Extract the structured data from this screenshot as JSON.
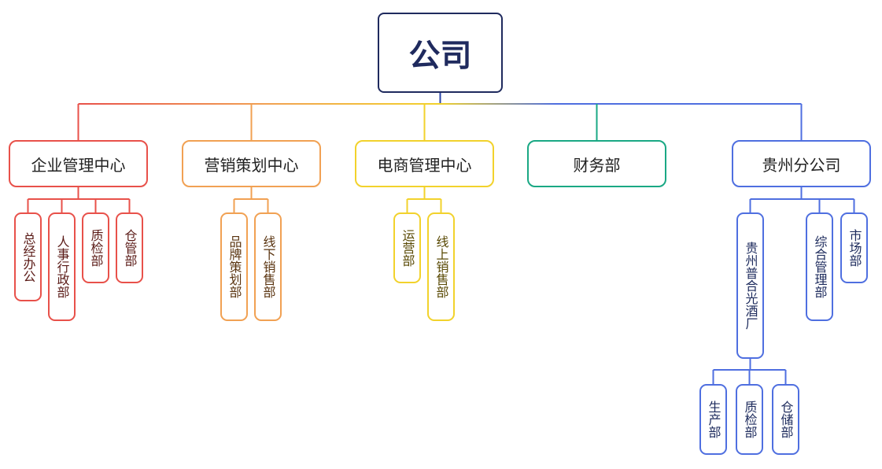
{
  "root": {
    "label": "公司",
    "color": "#1f2a5e"
  },
  "departments": [
    {
      "label": "企业管理中心",
      "color": "#e8514a",
      "text_color": "#222222",
      "sub_text_color": "#5a1a16",
      "children": [
        {
          "label": "总经办公"
        },
        {
          "label": "人事行政部"
        },
        {
          "label": "质检部"
        },
        {
          "label": "仓管部"
        }
      ]
    },
    {
      "label": "营销策划中心",
      "color": "#f1a153",
      "text_color": "#222222",
      "sub_text_color": "#5a3410",
      "children": [
        {
          "label": "品牌策划部"
        },
        {
          "label": "线下销售部"
        }
      ]
    },
    {
      "label": "电商管理中心",
      "color": "#f2d22c",
      "text_color": "#222222",
      "sub_text_color": "#5a4a05",
      "children": [
        {
          "label": "运营部"
        },
        {
          "label": "线上销售部"
        }
      ]
    },
    {
      "label": "财务部",
      "color": "#1aa884",
      "text_color": "#222222",
      "sub_text_color": "#0e4c3c",
      "children": []
    },
    {
      "label": "贵州分公司",
      "color": "#4f6fe0",
      "text_color": "#222222",
      "sub_text_color": "#1c2a5c",
      "children": [
        {
          "label": "贵州普合光酒厂",
          "children": [
            {
              "label": "生产部"
            },
            {
              "label": "质检部"
            },
            {
              "label": "仓储部"
            }
          ]
        },
        {
          "label": "综合管理部"
        },
        {
          "label": "市场部"
        }
      ]
    }
  ]
}
